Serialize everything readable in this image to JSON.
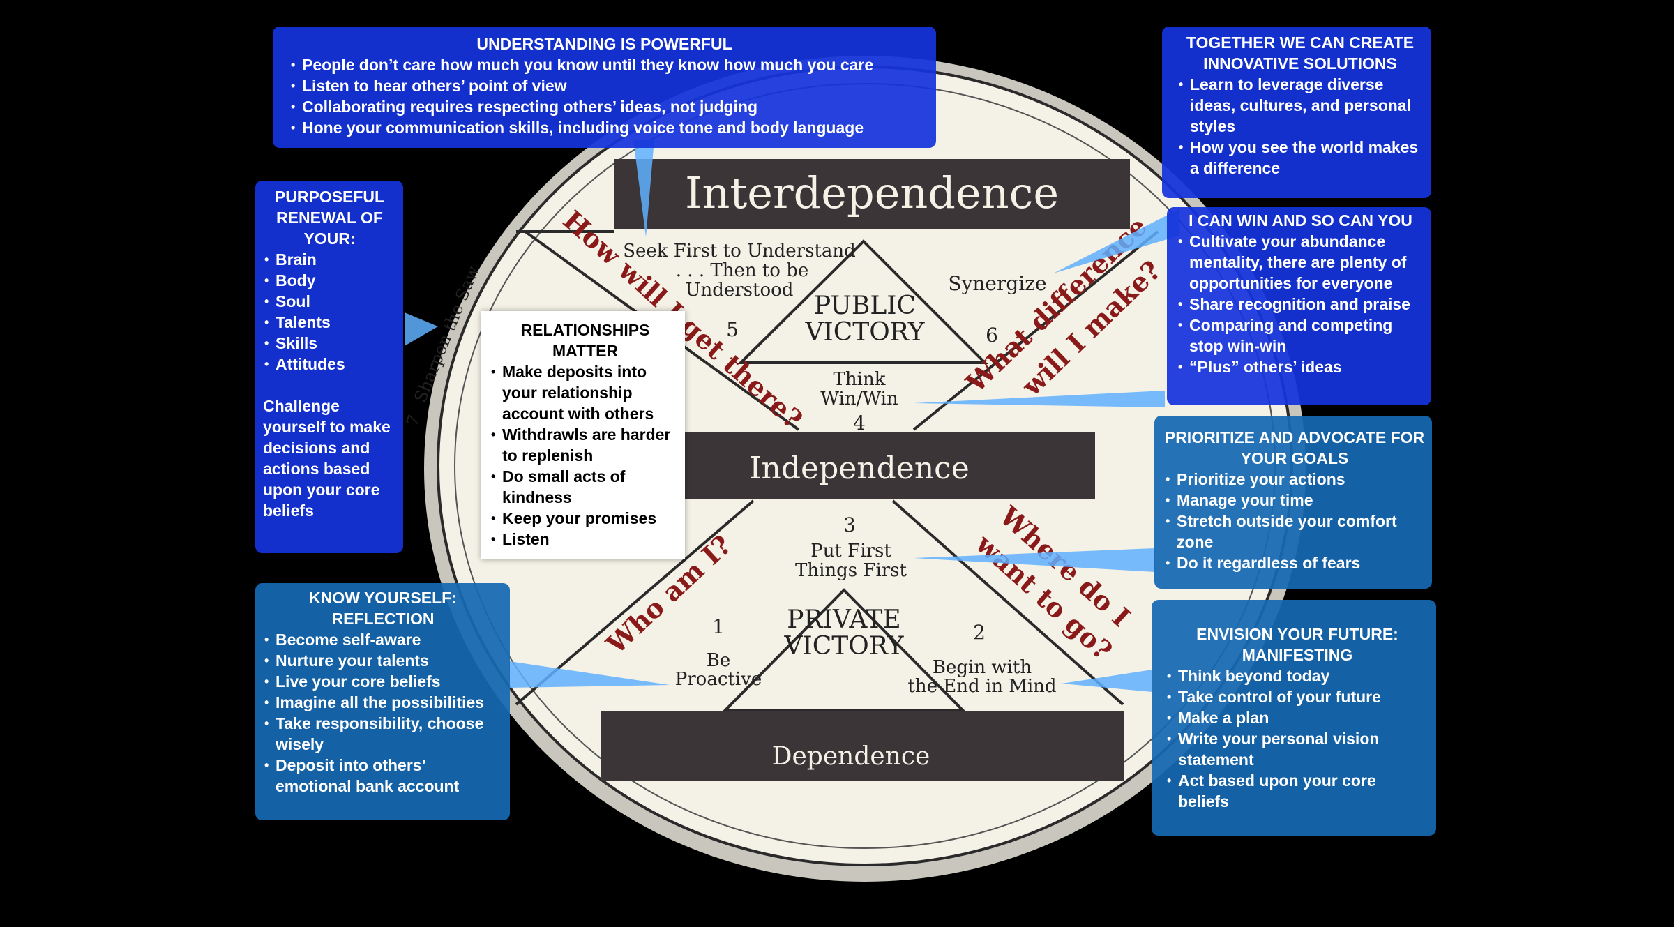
{
  "colors": {
    "blue_box": "#1634dc",
    "teal_box": "#1668b2",
    "red_question": "#8a1a1a",
    "bar": "#3b3538",
    "paper": "#f4f1e6"
  },
  "diagram": {
    "bars": {
      "top": "Interdependence",
      "middle": "Independence",
      "bottom": "Dependence"
    },
    "victories": {
      "public": [
        "PUBLIC",
        "VICTORY"
      ],
      "private": [
        "PRIVATE",
        "VICTORY"
      ]
    },
    "habits": {
      "h1_num": "1",
      "h1": [
        "Be",
        "Proactive"
      ],
      "h2_num": "2",
      "h2": [
        "Begin with",
        "the End in Mind"
      ],
      "h3_num": "3",
      "h3": [
        "Put First",
        "Things First"
      ],
      "h4_num": "4",
      "h4": [
        "Think",
        "Win/Win"
      ],
      "h5_num": "5",
      "h5": [
        "Seek First to Understand",
        ". . . Then to be",
        "Understood"
      ],
      "h6_num": "6",
      "h6": "Synergize",
      "h7_num": "7",
      "h7": "Sharpen the Saw"
    },
    "questions": {
      "q1": [
        "How will I get there?"
      ],
      "q2": [
        "What difference",
        "will I make?"
      ],
      "q3": [
        "Who am I?"
      ],
      "q4": [
        "Where do I",
        "want to go?"
      ]
    }
  },
  "boxes": {
    "understanding": {
      "title": "UNDERSTANDING IS POWERFUL",
      "items": [
        "People don’t care how much you know until they know how much you care",
        "Listen to hear others’ point of view",
        "Collaborating requires respecting others’ ideas, not judging",
        "Hone your communication skills, including voice tone and body language"
      ]
    },
    "together": {
      "title": "TOGETHER WE CAN CREATE INNOVATIVE SOLUTIONS",
      "items": [
        "Learn to leverage diverse ideas, cultures, and personal styles",
        "How you see the world makes a difference"
      ]
    },
    "purposeful": {
      "title": "PURPOSEFUL RENEWAL OF YOUR:",
      "items": [
        "Brain",
        "Body",
        "Soul",
        "Talents",
        "Skills",
        "Attitudes"
      ],
      "note": "Challenge yourself to make decisions and actions based upon your core beliefs"
    },
    "win": {
      "title": "I CAN WIN AND SO CAN YOU",
      "items": [
        "Cultivate your abundance mentality, there are plenty of opportunities for everyone",
        "Share recognition and praise",
        "Comparing and competing stop win-win",
        "“Plus” others’ ideas"
      ]
    },
    "relationships": {
      "title": "RELATIONSHIPS MATTER",
      "items": [
        "Make deposits into your relationship account with others",
        "Withdrawls are harder to replenish",
        "Do small acts of kindness",
        "Keep your promises",
        "Listen"
      ]
    },
    "prioritize": {
      "title": "PRIORITIZE AND ADVOCATE FOR YOUR GOALS",
      "items": [
        "Prioritize your actions",
        "Manage your time",
        "Stretch outside your comfort zone",
        "Do it regardless of fears"
      ]
    },
    "know": {
      "title": "KNOW YOURSELF: REFLECTION",
      "items": [
        "Become self-aware",
        "Nurture your talents",
        "Live your core beliefs",
        "Imagine all the possibilities",
        "Take responsibility, choose wisely",
        "Deposit into others’ emotional bank account"
      ]
    },
    "envision": {
      "title": "ENVISION YOUR FUTURE: MANIFESTING",
      "items": [
        "Think beyond today",
        "Take control of your future",
        "Make a plan",
        "Write your personal vision statement",
        "Act based upon your core beliefs"
      ]
    }
  }
}
